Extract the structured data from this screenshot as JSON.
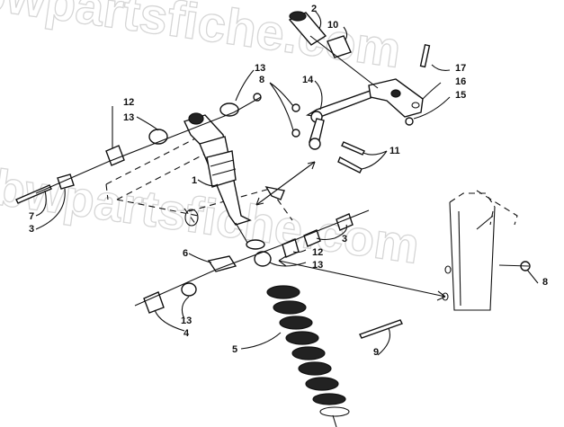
{
  "watermark": "bwpartsfiche.com",
  "callouts": [
    {
      "id": "c1",
      "label": "1"
    },
    {
      "id": "c2",
      "label": "2"
    },
    {
      "id": "c3a",
      "label": "3"
    },
    {
      "id": "c3b",
      "label": "3"
    },
    {
      "id": "c4",
      "label": "4"
    },
    {
      "id": "c5",
      "label": "5"
    },
    {
      "id": "c6",
      "label": "6"
    },
    {
      "id": "c7",
      "label": "7"
    },
    {
      "id": "c8a",
      "label": "8"
    },
    {
      "id": "c8b",
      "label": "8"
    },
    {
      "id": "c9",
      "label": "9"
    },
    {
      "id": "c10",
      "label": "10"
    },
    {
      "id": "c11",
      "label": "11"
    },
    {
      "id": "c12a",
      "label": "12"
    },
    {
      "id": "c12b",
      "label": "12"
    },
    {
      "id": "c13a",
      "label": "13"
    },
    {
      "id": "c13b",
      "label": "13"
    },
    {
      "id": "c13c",
      "label": "13"
    },
    {
      "id": "c13d",
      "label": "13"
    },
    {
      "id": "c14",
      "label": "14"
    },
    {
      "id": "c15",
      "label": "15"
    },
    {
      "id": "c16",
      "label": "16"
    },
    {
      "id": "c17",
      "label": "17"
    }
  ]
}
